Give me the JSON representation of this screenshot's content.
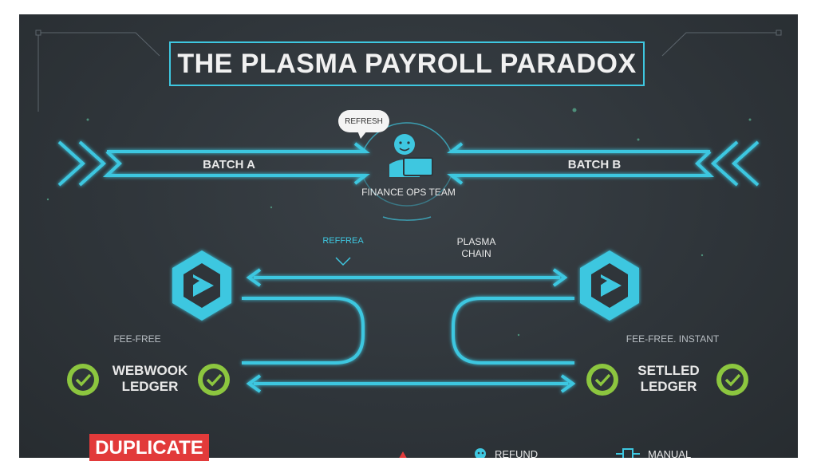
{
  "title": "THE PLASMA PAYROLL PARADOX",
  "bubble": "REFRESH",
  "team": "FINANCE OPS TEAM",
  "batch_a": "BATCH A",
  "batch_b": "BATCH B",
  "refrea": "REFFREA",
  "plasma_chain": [
    "PLASMA",
    "CHAIN"
  ],
  "fee_free_left": "FEE-FREE",
  "fee_free_right": "FEE-FREE. INSTANT",
  "webwook_ledger": [
    "WEBWOOK",
    "LEDGER"
  ],
  "settled_ledger": [
    "SETLLED",
    "LEDGER"
  ],
  "duplicate": "DUPLICATE",
  "refund": "REFUND",
  "manual": "MANUAL",
  "colors": {
    "accent": "#3ec7e0",
    "check": "#8cc63f",
    "alert": "#e23a3a",
    "bg": "#2f353a"
  }
}
